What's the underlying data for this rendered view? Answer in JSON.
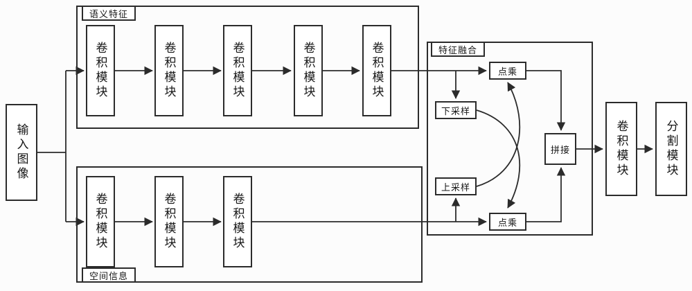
{
  "diagram": {
    "input_label": "输入图像",
    "semantic_branch": {
      "title": "语义特征",
      "modules": [
        "卷积模块",
        "卷积模块",
        "卷积模块",
        "卷积模块",
        "卷积模块"
      ]
    },
    "spatial_branch": {
      "title": "空间信息",
      "modules": [
        "卷积模块",
        "卷积模块",
        "卷积模块"
      ]
    },
    "fusion": {
      "title": "特征融合",
      "dot_multiply_top": "点乘",
      "downsample": "下采样",
      "upsample": "上采样",
      "dot_multiply_bottom": "点乘",
      "concat": "拼接"
    },
    "output_conv_label": "卷积模块",
    "segmentation_label": "分割模块",
    "colors": {
      "line": "#2b2b2b",
      "box_border": "#2b2b2b",
      "text": "#161616",
      "background": "#fcfcfc"
    }
  }
}
